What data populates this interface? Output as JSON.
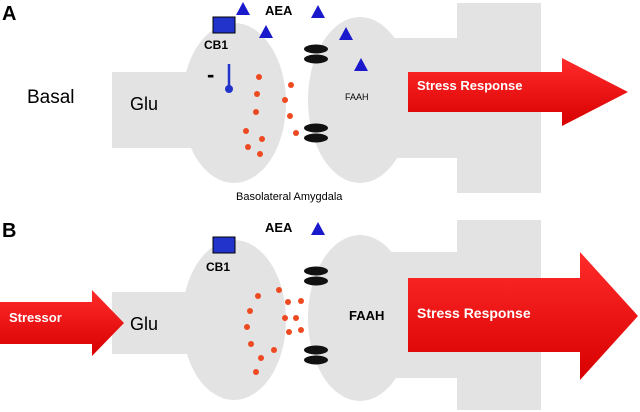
{
  "panels": [
    {
      "letter": "A",
      "condition_label": "Basal",
      "presynaptic_label": "Glu",
      "receptor_label": "CB1",
      "ligand_label": "AEA",
      "enzyme_label": "FAAH",
      "output_label": "Stress Response",
      "inhibition_sign": "-",
      "region_label": "Basolateral Amygdala"
    },
    {
      "letter": "B",
      "input_label": "Stressor",
      "presynaptic_label": "Glu",
      "receptor_label": "CB1",
      "ligand_label": "AEA",
      "enzyme_label": "FAAH",
      "output_label": "Stress Response"
    }
  ],
  "colors": {
    "cell": "#e3e3e3",
    "arrow": "#ff0000",
    "arrow_text": "#ffffff",
    "receptor": "#2233cc",
    "ligand": "#1a1acc",
    "vesicle": "#ee4a22",
    "postsynaptic_receptor": "#111111"
  }
}
